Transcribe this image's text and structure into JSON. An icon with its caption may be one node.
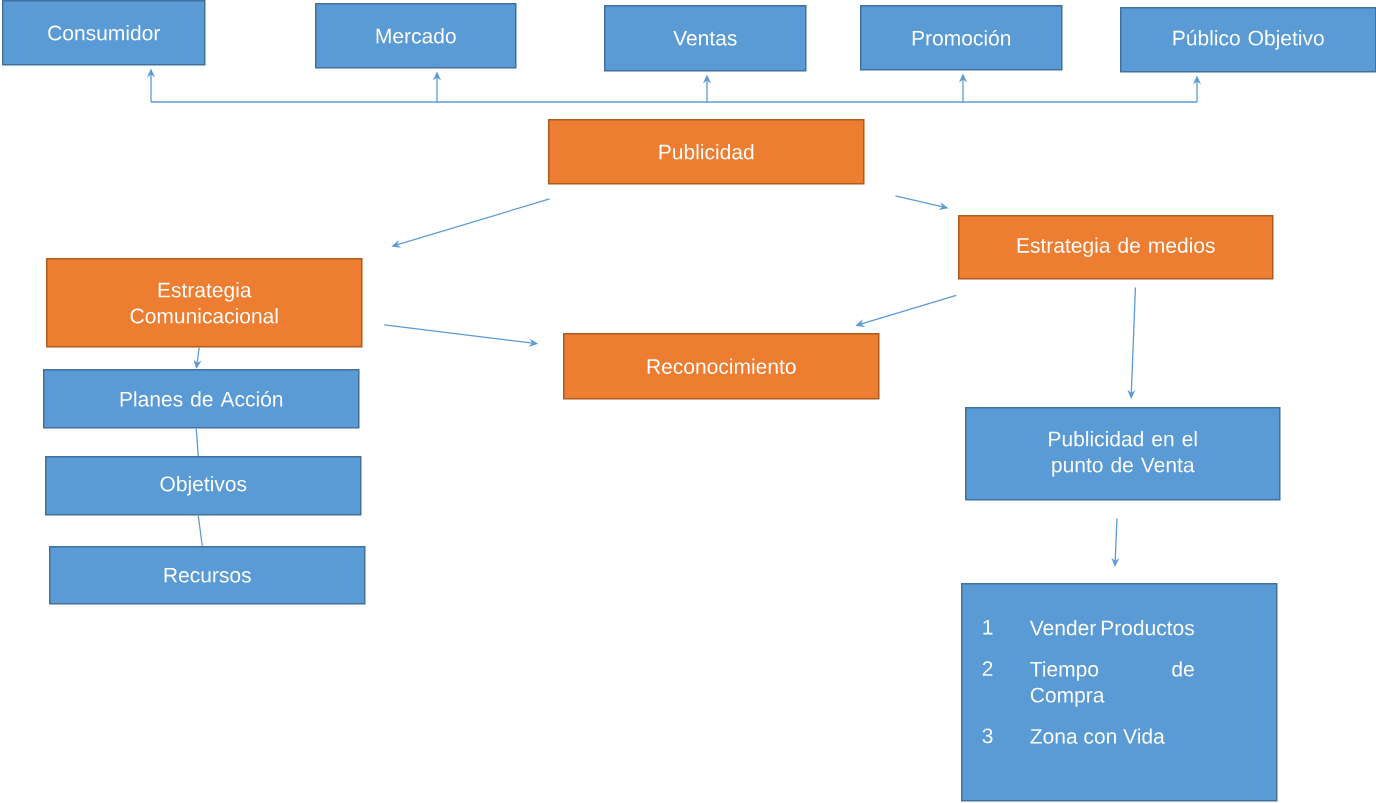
{
  "diagram": {
    "nodes": [
      {
        "text": [
          "Consumidor"
        ]
      },
      {
        "text": [
          "Mercado"
        ]
      },
      {
        "text": [
          "Ventas"
        ]
      },
      {
        "text": [
          "Promoción"
        ]
      },
      {
        "text": [
          "Público Objetivo"
        ]
      },
      {
        "text": [
          "Publicidad"
        ]
      },
      {
        "text": [
          "Estrategia Comunicacional"
        ]
      },
      {
        "text": [
          "Estrategia de medios"
        ]
      },
      {
        "text": [
          "Reconocimiento"
        ]
      },
      {
        "text": [
          "Planes de Acción"
        ]
      },
      {
        "text": [
          "Objetivos"
        ]
      },
      {
        "text": [
          "Recursos"
        ]
      },
      {
        "text": [
          "Publicidad en el punto de Venta"
        ]
      },
      {
        "text": [
          "1",
          "Vender Productos",
          "2",
          "Tiempo de Compra",
          "3",
          "Zona con Vida"
        ]
      }
    ],
    "edges": [
      {
        "from": null,
        "to": 0,
        "arrow": "to"
      },
      {
        "from": null,
        "to": 1,
        "arrow": "to"
      },
      {
        "from": null,
        "to": 2,
        "arrow": "to"
      },
      {
        "from": null,
        "to": 3,
        "arrow": "to"
      },
      {
        "from": null,
        "to": 4,
        "arrow": "to"
      },
      {
        "from": 5,
        "to": 6,
        "arrow": "to"
      },
      {
        "from": 5,
        "to": 7,
        "arrow": "to"
      },
      {
        "from": 6,
        "to": 8,
        "arrow": "to"
      },
      {
        "from": 7,
        "to": 8,
        "arrow": "to"
      },
      {
        "from": 7,
        "to": 12,
        "arrow": "to"
      },
      {
        "from": 6,
        "to": 9,
        "arrow": "to"
      },
      {
        "from": 9,
        "to": 10,
        "arrow": "none"
      },
      {
        "from": 10,
        "to": 11,
        "arrow": "none"
      },
      {
        "from": 12,
        "to": 13,
        "arrow": "to"
      }
    ]
  }
}
